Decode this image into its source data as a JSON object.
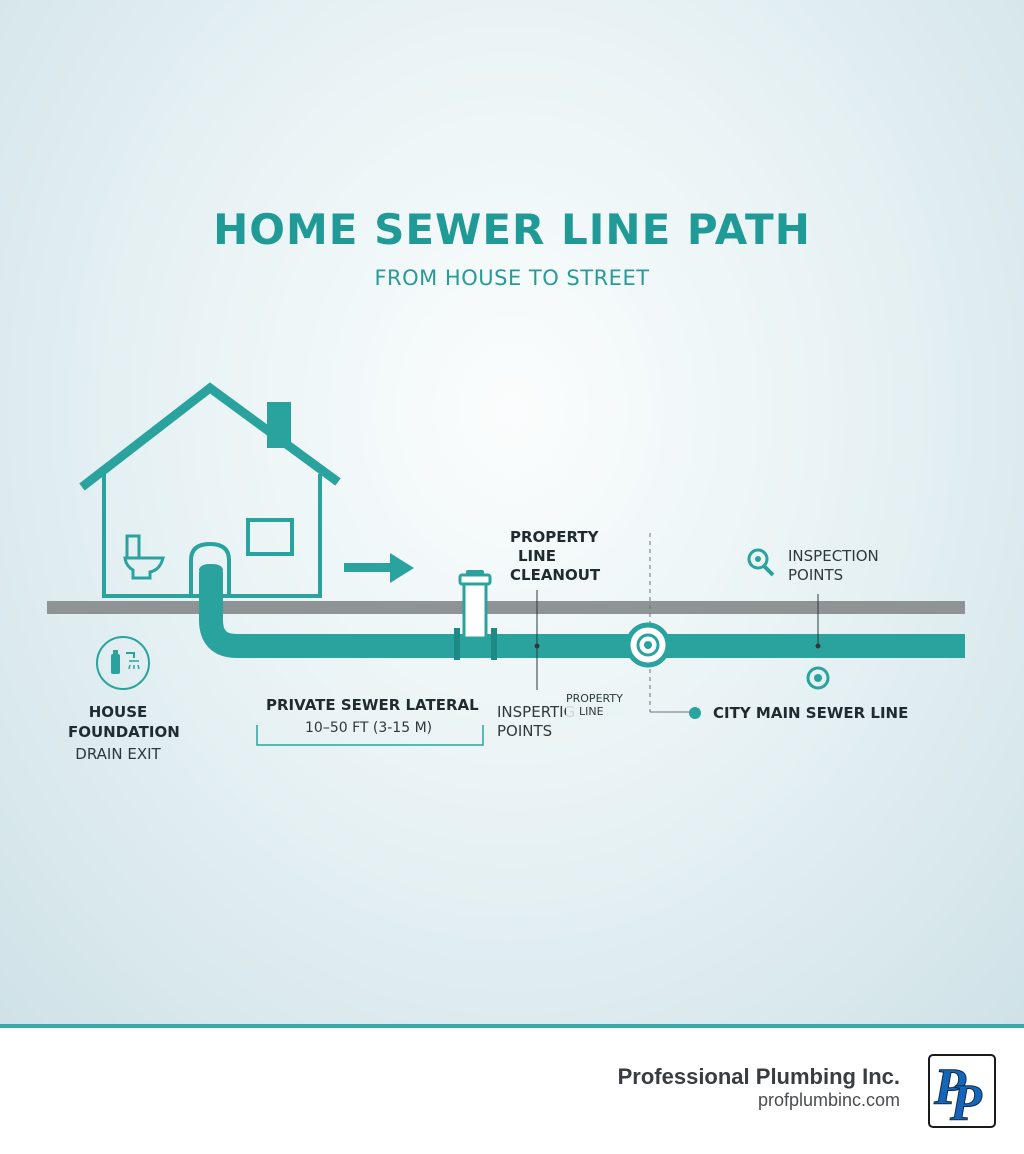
{
  "title": "HOME SEWER LINE PATH",
  "subtitle": "FROM HOUSE TO STREET",
  "labels": {
    "property_cleanout": [
      "PROPERTY",
      "LINE",
      "CLEANOUT"
    ],
    "inspection_top": [
      "INSPECTION",
      "POINTS"
    ],
    "house_foundation": [
      "HOUSE",
      "FOUNDATION"
    ],
    "drain_exit": "DRAIN EXIT",
    "lateral_title": "PRIVATE SEWER LATERAL",
    "lateral_length": "10–50 FT (3-15 M)",
    "inspecting_points": [
      "INSPERTIG",
      "POINTS"
    ],
    "property_line_small": [
      "PROPERTY",
      "LINE"
    ],
    "city_main": "CITY MAIN SEWER LINE"
  },
  "footer": {
    "company": "Professional Plumbing Inc.",
    "website": "profplumbinc.com"
  },
  "colors": {
    "teal": "#2aa39f",
    "ground": "#8e9396",
    "dark_text": "#1f2b2f",
    "logo_blue": "#1565b8"
  },
  "icons": [
    "house-icon",
    "toilet-icon",
    "window-icon",
    "arrow-right-icon",
    "cleanout-icon",
    "magnifier-icon",
    "target-icon",
    "foundation-drain-icon",
    "logo"
  ]
}
